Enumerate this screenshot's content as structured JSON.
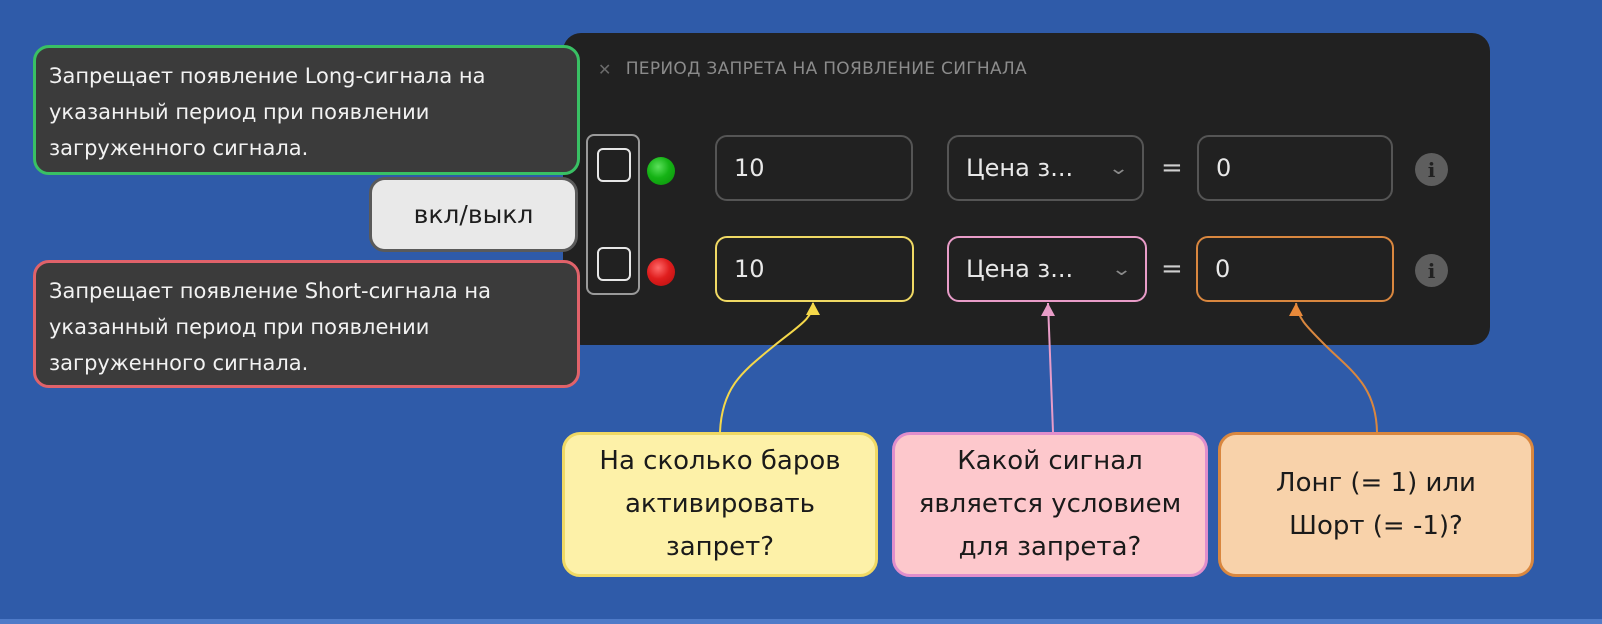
{
  "panel": {
    "title": "ПЕРИОД ЗАПРЕТА НА ПОЯВЛЕНИЕ СИГНАЛА",
    "close_icon": "✕",
    "rows": [
      {
        "signal": "long",
        "indicator_color": "#15b315",
        "checked": false,
        "bars_value": "10",
        "signal_select_value": "Цена з...",
        "equals": "=",
        "direction_value": "0",
        "info_icon": "i"
      },
      {
        "signal": "short",
        "indicator_color": "#e01e1e",
        "checked": false,
        "bars_value": "10",
        "signal_select_value": "Цена з...",
        "equals": "=",
        "direction_value": "0",
        "info_icon": "i"
      }
    ]
  },
  "annotations": {
    "long_tip": "Запрещает появление Long-сигнала на указанный период при появлении загруженного сигнала.",
    "short_tip": "Запрещает появление Short-сигнала на указанный период при появлении загруженного сигнала.",
    "toggle_label": "вкл/выкл",
    "bars_callout": "На сколько баров активировать запрет?",
    "signal_callout": "Какой сигнал является условием для запрета?",
    "direction_callout": "Лонг (= 1) или Шорт (= -1)?"
  },
  "colors": {
    "background": "#2f5ba9",
    "panel": "#212121",
    "long_border": "#39c064",
    "short_border": "#e0626a",
    "bars_highlight": "#f0d964",
    "signal_highlight": "#e08ecc",
    "direction_highlight": "#d9873f"
  }
}
